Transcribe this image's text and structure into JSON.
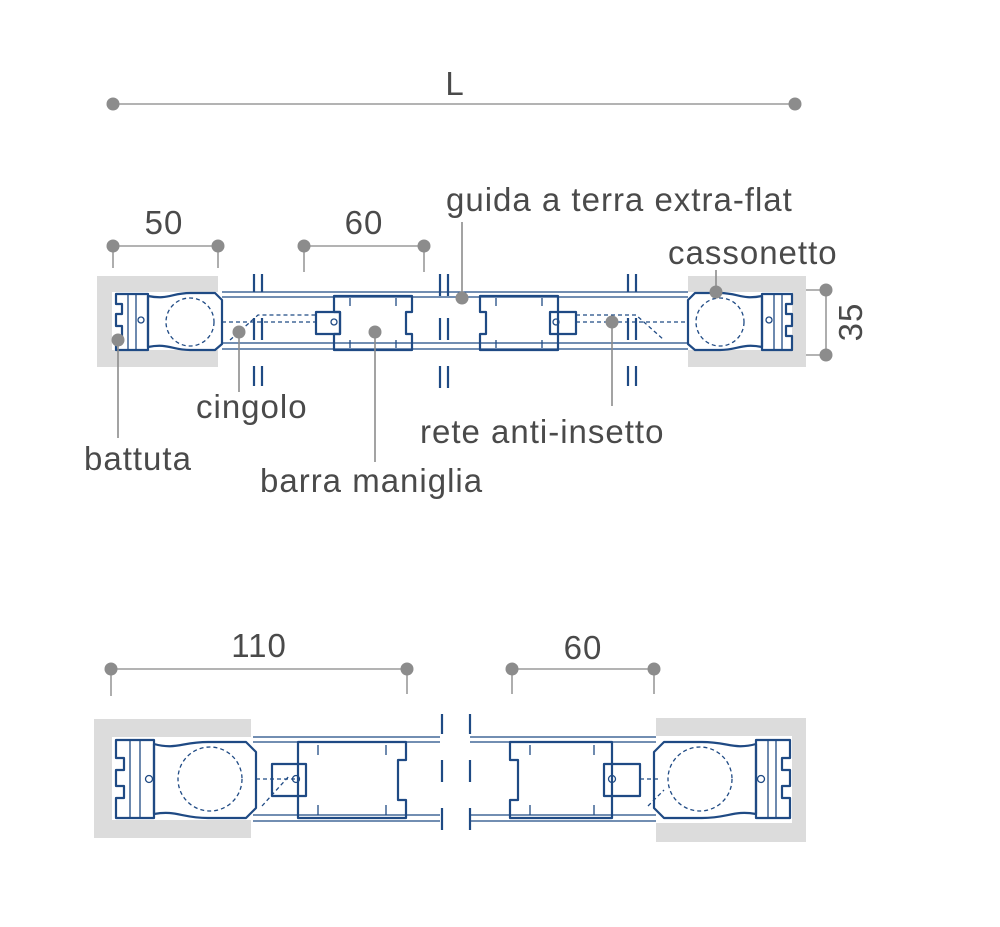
{
  "dimensions": {
    "overall_length": "L",
    "top_width_left": "50",
    "top_width_middle": "60",
    "height": "35",
    "bottom_width_left": "110",
    "bottom_width_right": "60"
  },
  "labels": {
    "floor_guide": "guida a terra extra-flat",
    "box": "cassonetto",
    "belt": "cingolo",
    "insect_net": "rete anti-insetto",
    "stop": "battuta",
    "handle_bar": "barra maniglia"
  },
  "colors": {
    "profile_stroke": "#1f4a84",
    "housing_fill": "#dcdcdc",
    "dimension_line": "#9a9a9a",
    "text": "#4a4a4a"
  }
}
